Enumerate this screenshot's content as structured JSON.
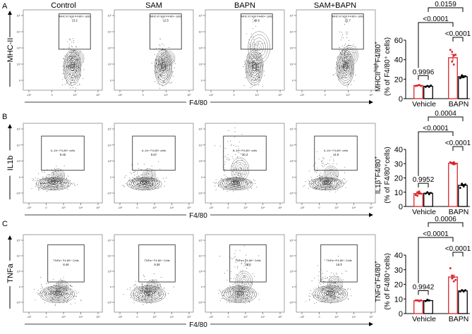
{
  "panel_letters": [
    "A",
    "B",
    "C"
  ],
  "column_titles": [
    "Control",
    "SAM",
    "BAPN",
    "SAM+BAPN"
  ],
  "x_axis_label": "F4/80",
  "colors": {
    "vehicle_treated_bar": "#d9232a",
    "sam_bar": "#000000",
    "contour": "#555555"
  },
  "flow_rows": [
    {
      "y_axis_label": "MHC-II",
      "y_ticks": [
        "10⁵",
        "10⁴",
        "10³",
        "10²",
        "0"
      ],
      "x_ticks": [
        "-10⁴",
        "0",
        "10⁴",
        "10⁵"
      ],
      "gate_label": "MHC-II high F4-80+ cells",
      "gate_values": [
        "13.2",
        "12.5",
        "48.9",
        "22.7"
      ]
    },
    {
      "y_axis_label": "IL1b",
      "y_ticks": [
        "10⁵",
        "10⁴",
        "10³",
        "0",
        "-10³"
      ],
      "x_ticks": [
        "-10³",
        "0",
        "10³",
        "10⁴",
        "10⁵"
      ],
      "gate_label": "IL-1b+ F4-80+ cells",
      "gate_values": [
        "9.45",
        "9.57",
        "30.3",
        "14.9"
      ]
    },
    {
      "y_axis_label": "TNFa",
      "y_ticks": [
        "10⁵",
        "10⁴",
        "10³",
        "0",
        "-10³"
      ],
      "x_ticks": [
        "-10³",
        "0",
        "10³",
        "10⁴",
        "10⁵"
      ],
      "gate_label": "TNFa+ F4-80+ Cells",
      "gate_values": [
        "8.46",
        "9.38",
        "26.0",
        "16.3"
      ]
    }
  ],
  "chart_data": [
    {
      "type": "bar",
      "categories": [
        "Vehicle",
        "BAPN"
      ],
      "ylabel_main": "MHCII",
      "ylabel_sup1": "high",
      "ylabel_mid": "F4/80",
      "ylabel_sup2": "+",
      "ylabel_line2": "(% of F4/80⁺ cells)",
      "ylim": [
        0,
        60
      ],
      "yticks": [
        0,
        20,
        40,
        60
      ],
      "series": [
        {
          "values": [
            13.5,
            42.0
          ],
          "sem": [
            0.3,
            3.5
          ],
          "points": [
            [
              13,
              13.5,
              14,
              13.5,
              14,
              13
            ],
            [
              50,
              48,
              44,
              38,
              35,
              45
            ]
          ]
        },
        {
          "values": [
            12.7,
            22.5
          ],
          "sem": [
            0.3,
            0.8
          ],
          "points": [
            [
              12,
              13,
              12.5,
              13,
              12,
              13.5
            ],
            [
              21,
              22,
              23,
              24,
              22,
              23
            ]
          ]
        }
      ],
      "comparisons": [
        {
          "a": [
            0,
            0
          ],
          "b": [
            0,
            1
          ],
          "p": "0.9996"
        },
        {
          "a": [
            1,
            0
          ],
          "b": [
            1,
            1
          ],
          "p": "<0.0001"
        },
        {
          "a": [
            0,
            0
          ],
          "b": [
            1,
            0
          ],
          "p": "<0.0001"
        },
        {
          "a": [
            0,
            1
          ],
          "b": [
            1,
            1
          ],
          "p": "0.0159"
        }
      ]
    },
    {
      "type": "bar",
      "categories": [
        "Vehicle",
        "BAPN"
      ],
      "ylabel_main": "IL1β",
      "ylabel_sup1": "+",
      "ylabel_mid": "F4/80",
      "ylabel_sup2": "+",
      "ylabel_line2": "(% of F4/80⁺cells)",
      "ylim": [
        0,
        40
      ],
      "yticks": [
        0,
        10,
        20,
        30,
        40
      ],
      "series": [
        {
          "values": [
            9.0,
            30.3
          ],
          "sem": [
            0.6,
            0.3
          ],
          "points": [
            [
              8,
              10,
              9,
              7.5,
              10.5,
              9
            ],
            [
              31,
              30,
              29.5,
              30.5,
              31,
              30
            ]
          ]
        },
        {
          "values": [
            9.3,
            14.8
          ],
          "sem": [
            0.3,
            0.6
          ],
          "points": [
            [
              9,
              10,
              8.5,
              10,
              9,
              9.5
            ],
            [
              13,
              15,
              14,
              16,
              15,
              15.5
            ]
          ]
        }
      ],
      "comparisons": [
        {
          "a": [
            0,
            0
          ],
          "b": [
            0,
            1
          ],
          "p": "0.9952"
        },
        {
          "a": [
            1,
            0
          ],
          "b": [
            1,
            1
          ],
          "p": "<0.0001"
        },
        {
          "a": [
            0,
            0
          ],
          "b": [
            1,
            0
          ],
          "p": "<0.0001"
        },
        {
          "a": [
            0,
            1
          ],
          "b": [
            1,
            1
          ],
          "p": "0.0004"
        }
      ]
    },
    {
      "type": "bar",
      "categories": [
        "Vehicle",
        "BAPN"
      ],
      "ylabel_main": "TNFα",
      "ylabel_sup1": "+",
      "ylabel_mid": "F4/80",
      "ylabel_sup2": "+",
      "ylabel_line2": "(% of F4/80⁺cells)",
      "ylim": [
        0,
        40
      ],
      "yticks": [
        0,
        10,
        20,
        30,
        40
      ],
      "series": [
        {
          "values": [
            8.8,
            25.0
          ],
          "sem": [
            0.2,
            1.3
          ],
          "points": [
            [
              9,
              9,
              8.5,
              9,
              8.8,
              9
            ],
            [
              31,
              26,
              25,
              24,
              22,
              23
            ]
          ]
        },
        {
          "values": [
            8.9,
            15.5
          ],
          "sem": [
            0.2,
            0.4
          ],
          "points": [
            [
              8.5,
              9,
              9,
              9.5,
              9
            ],
            [
              15,
              16,
              15.5,
              16,
              15,
              16
            ]
          ]
        }
      ],
      "comparisons": [
        {
          "a": [
            0,
            0
          ],
          "b": [
            0,
            1
          ],
          "p": "0.9942"
        },
        {
          "a": [
            1,
            0
          ],
          "b": [
            1,
            1
          ],
          "p": "<0.0001"
        },
        {
          "a": [
            0,
            0
          ],
          "b": [
            1,
            0
          ],
          "p": "<0.0001"
        },
        {
          "a": [
            0,
            1
          ],
          "b": [
            1,
            1
          ],
          "p": "0.0006"
        }
      ]
    }
  ]
}
